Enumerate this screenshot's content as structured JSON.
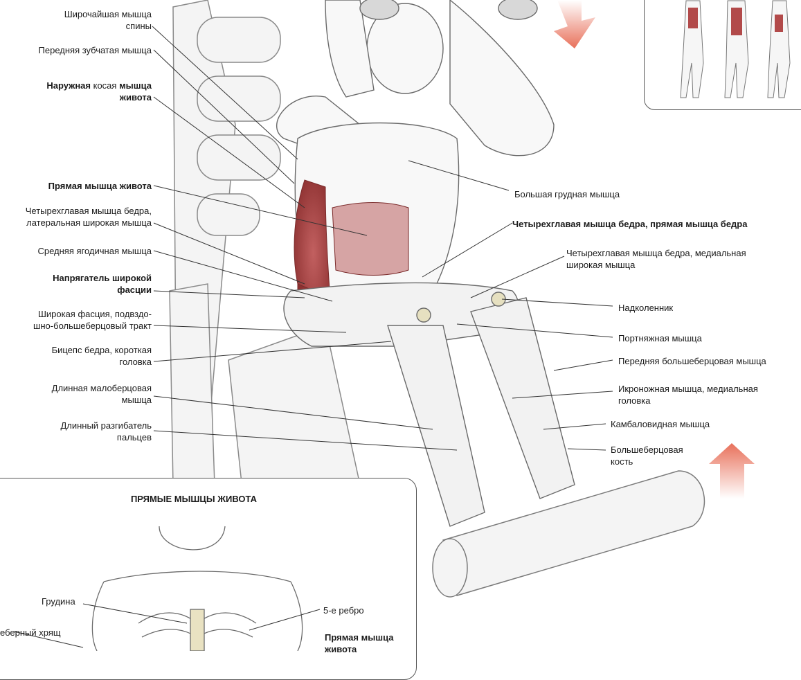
{
  "labels_left": {
    "latissimus_1": "Широчайшая мышца",
    "latissimus_2": "спины",
    "serratus": "Передняя зубчатая мышца",
    "oblique_b1": "Наружная",
    "oblique_n1": " косая ",
    "oblique_b2": "мышца",
    "oblique_b3": "живота",
    "rectus": "Прямая мышца живота",
    "vastus_lat_1": "Четырехглавая мышца бедра,",
    "vastus_lat_2": "латеральная широкая мышца",
    "glute_med": "Средняя ягодичная мышца",
    "tfl_1": "Напрягатель широкой",
    "tfl_2": "фасции",
    "it_band_1": "Широкая фасция, подвздо-",
    "it_band_2": "шно-большеберцовый тракт",
    "biceps_1": "Бицепс бедра, короткая",
    "biceps_2": "головка",
    "peroneus_1": "Длинная малоберцовая",
    "peroneus_2": "мышца",
    "ext_dig_1": "Длинный разгибатель",
    "ext_dig_2": "пальцев"
  },
  "labels_right": {
    "pectoralis": "Большая грудная мышца",
    "rectus_femoris": "Четырехглавая мышца бедра, прямая мышца бедра",
    "vastus_med_1": "Четырехглавая мышца бедра, медиальная",
    "vastus_med_2": "широкая мышца",
    "patella": "Надколенник",
    "sartorius": "Портняжная мышца",
    "tib_ant": "Передняя большеберцовая мышца",
    "gastroc_1": "Икроножная мышца, медиальная",
    "gastroc_2": "головка",
    "soleus": "Камбаловидная мышца",
    "tibia_1": "Большеберцовая",
    "tibia_2": "кость"
  },
  "inset": {
    "title": "ПРЯМЫЕ МЫШЦЫ ЖИВОТА",
    "sternum": "Грудина",
    "cartilage": "еберный хрящ",
    "rib5": "5-е ребро",
    "rectus_1": "Прямая мышца",
    "rectus_2": "живота"
  },
  "colors": {
    "muscle_red": "#b24a4a",
    "arrow": "#e8705a",
    "line": "#333333",
    "sketch": "#8a8a8a"
  }
}
